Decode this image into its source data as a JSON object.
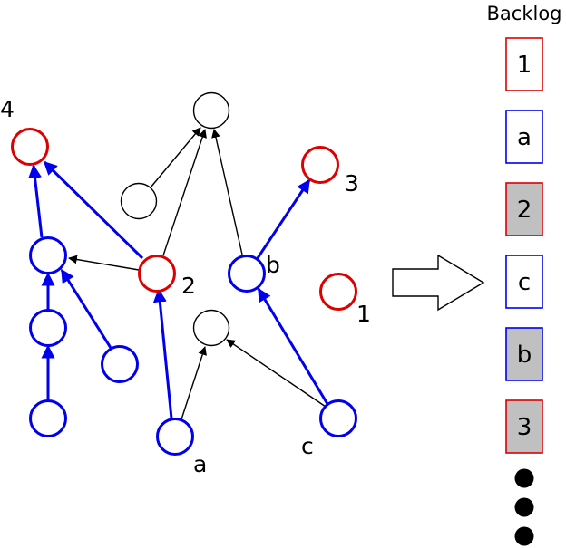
{
  "colors": {
    "blue": "#0000ee",
    "red": "#dd0000",
    "black": "#000000",
    "gray_fill": "#c0c0c0"
  },
  "graph": {
    "node_labels": {
      "n4": "4",
      "n2": "2",
      "n3": "3",
      "n1": "1",
      "nb": "b",
      "na": "a",
      "nc": "c"
    }
  },
  "backlog": {
    "title": "Backlog",
    "items": [
      {
        "label": "1",
        "color": "red",
        "filled": false
      },
      {
        "label": "a",
        "color": "blue",
        "filled": false
      },
      {
        "label": "2",
        "color": "red",
        "filled": true
      },
      {
        "label": "c",
        "color": "blue",
        "filled": false
      },
      {
        "label": "b",
        "color": "blue",
        "filled": true
      },
      {
        "label": "3",
        "color": "red",
        "filled": true
      }
    ]
  }
}
